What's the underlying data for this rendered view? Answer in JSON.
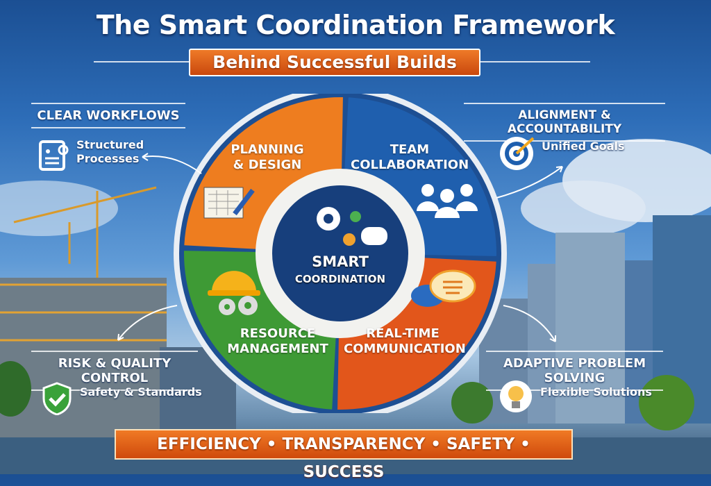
{
  "header": {
    "title": "The Smart Coordination Framework",
    "subtitle": "Behind Successful Builds"
  },
  "sections": {
    "top_left": {
      "title": "CLEAR WORKFLOWS",
      "text_line1": "Structured",
      "text_line2": "Processes",
      "icon": "clipboard-icon"
    },
    "top_right": {
      "title": "ALIGNMENT & ACCOUNTABILITY",
      "text": "Unified Goals",
      "icon": "target-icon"
    },
    "bottom_left": {
      "title": "RISK & QUALITY CONTROL",
      "text": "Safety & Standards",
      "icon": "shield-check-icon"
    },
    "bottom_right": {
      "title": "ADAPTIVE PROBLEM SOLVING",
      "text": "Flexible Solutions",
      "icon": "lightbulb-icon"
    }
  },
  "wheel": {
    "center_line1": "SMART",
    "center_line2": "COORDINATION",
    "segments": [
      {
        "line1": "PLANNING",
        "line2": "& DESIGN",
        "color": "#ee7d1f",
        "icon": "blueprint-pencil-icon"
      },
      {
        "line1": "TEAM",
        "line2": "COLLABORATION",
        "color": "#1f5fae",
        "icon": "team-icon"
      },
      {
        "line1": "REAL-TIME",
        "line2": "COMMUNICATION",
        "color": "#e2561b",
        "icon": "chat-bubbles-icon"
      },
      {
        "line1": "RESOURCE",
        "line2": "MANAGEMENT",
        "color": "#3e9a35",
        "icon": "hardhat-gears-icon"
      }
    ]
  },
  "footer": {
    "text": "EFFICIENCY • TRANSPARENCY • SAFETY • SUCCESS"
  }
}
